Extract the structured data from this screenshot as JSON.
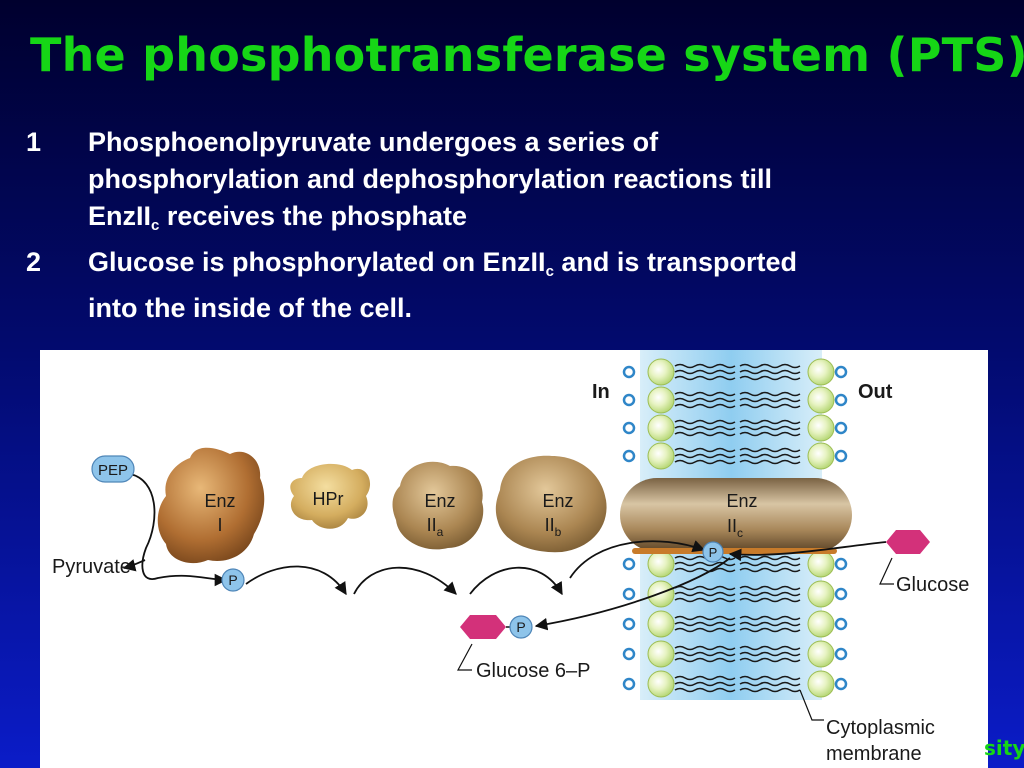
{
  "slide": {
    "title": "The phosphotransferase system (PTS)",
    "points": [
      {
        "num": "1",
        "line1": "Phosphoenolpyruvate undergoes a series of",
        "line2": "phosphorylation and dephosphorylation reactions till",
        "l3a": "EnzII",
        "l3sub": "c",
        "l3b": " receives the phosphate"
      },
      {
        "num": "2",
        "l1a": "Glucose is phosphorylated on EnzII",
        "l1sub": "c",
        "l1b": " and is transported",
        "line2": "into the inside of the cell."
      }
    ],
    "footer_fragment": "sity"
  },
  "figure": {
    "in_label": "In",
    "out_label": "Out",
    "pep": "PEP",
    "pyruvate": "Pyruvate",
    "p": "P",
    "glucose": "Glucose",
    "glucose6p": "Glucose 6–P",
    "membrane_line1": "Cytoplasmic",
    "membrane_line2": "membrane",
    "enz1_a": "Enz",
    "enz1_b": "I",
    "hpr": "HPr",
    "enz2a_a": "Enz",
    "enz2a_b": "II",
    "enz2a_sub": "a",
    "enz2b_a": "Enz",
    "enz2b_b": "II",
    "enz2b_sub": "b",
    "enz2c_a": "Enz",
    "enz2c_b": "II",
    "enz2c_sub": "c"
  },
  "colors": {
    "title": "#16d616",
    "glucose_hex": "#d3317a",
    "phosphate": "#8ec4ea",
    "membrane": "#bfe2f7",
    "protein": "#b8864a"
  }
}
